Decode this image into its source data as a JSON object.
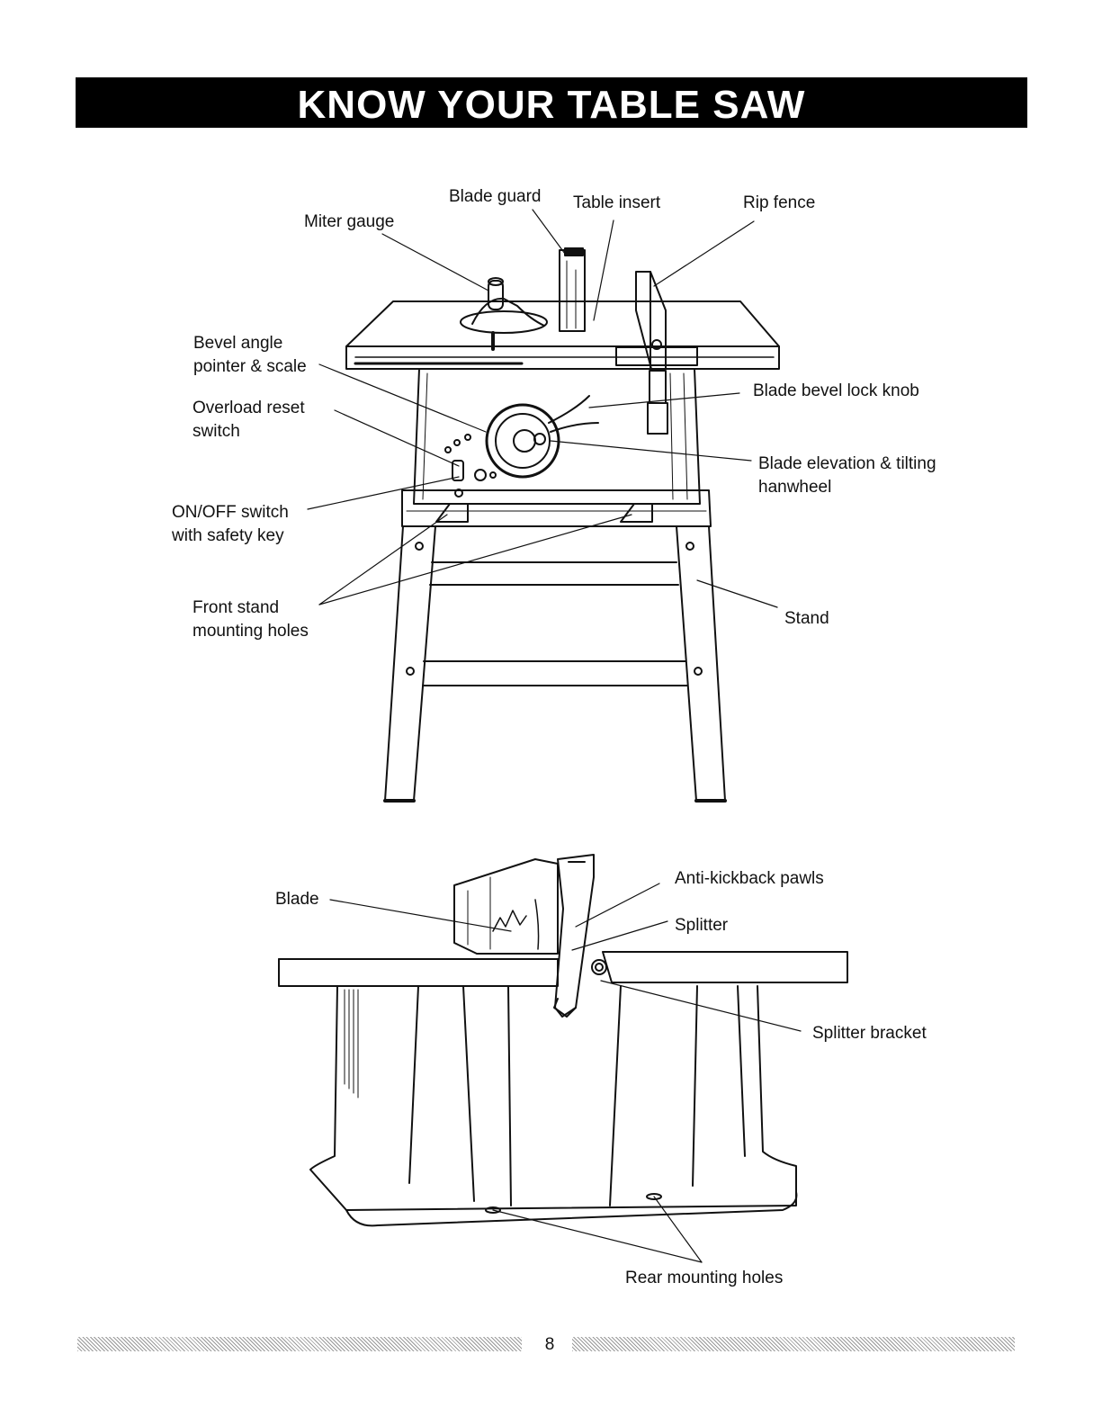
{
  "header": {
    "title": "KNOW YOUR TABLE SAW"
  },
  "top_diagram": {
    "labels": {
      "miter_gauge": "Miter gauge",
      "blade_guard": "Blade guard",
      "table_insert": "Table insert",
      "rip_fence": "Rip fence",
      "bevel_angle": "Bevel angle\npointer & scale",
      "overload_reset": "Overload reset\nswitch",
      "on_off": "ON/OFF switch\nwith safety key",
      "front_stand": "Front stand\nmounting holes",
      "blade_bevel_lock": "Blade bevel lock knob",
      "blade_elevation": "Blade elevation & tilting\nhanwheel",
      "stand": "Stand"
    }
  },
  "bottom_diagram": {
    "labels": {
      "blade": "Blade",
      "anti_kickback": "Anti-kickback pawls",
      "splitter": "Splitter",
      "splitter_bracket": "Splitter bracket",
      "rear_mounting": "Rear mounting holes"
    }
  },
  "footer": {
    "page_number": "8"
  }
}
